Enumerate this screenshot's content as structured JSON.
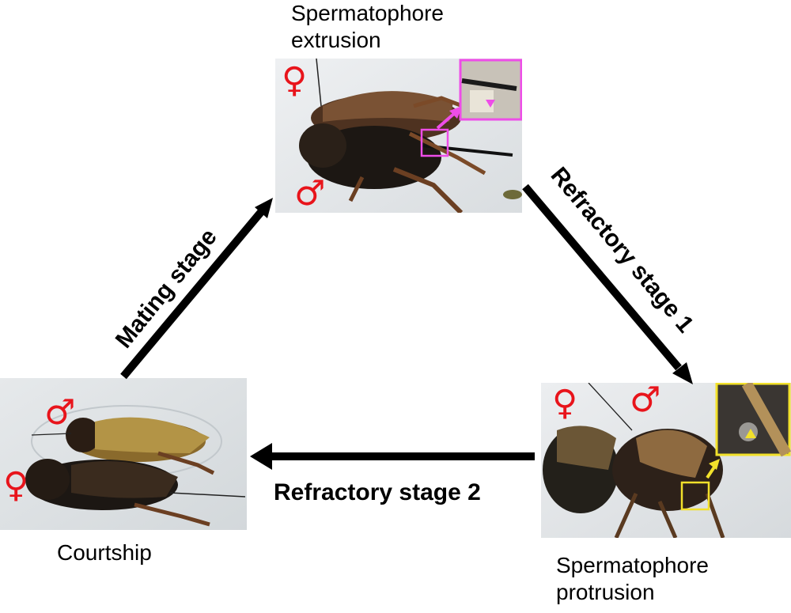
{
  "stages": {
    "top": "Spermatophore extrusion",
    "top_line1": "Spermatophore",
    "top_line2": "extrusion",
    "left": "Courtship",
    "right_line1": "Spermatophore",
    "right_line2": "protrusion"
  },
  "transitions": {
    "mating": "Mating stage",
    "refractory1": "Refractory stage 1",
    "refractory2": "Refractory stage 2"
  },
  "symbols": {
    "female": "♀",
    "male": "♂"
  },
  "colors": {
    "sex_symbol": "#e8141b",
    "arrow": "#000000",
    "inset_magenta": "#ee4de8",
    "inset_yellow": "#f2e12b"
  }
}
